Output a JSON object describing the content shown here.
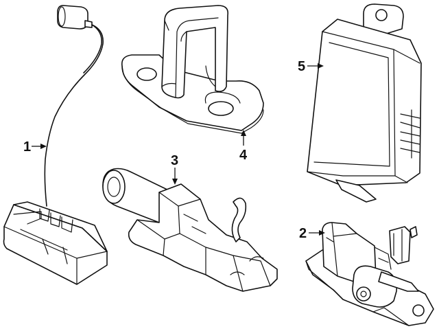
{
  "callouts": {
    "part1": "1",
    "part2": "2",
    "part3": "3",
    "part4": "4",
    "part5": "5"
  },
  "colors": {
    "line": "#111111",
    "background": "#ffffff"
  }
}
